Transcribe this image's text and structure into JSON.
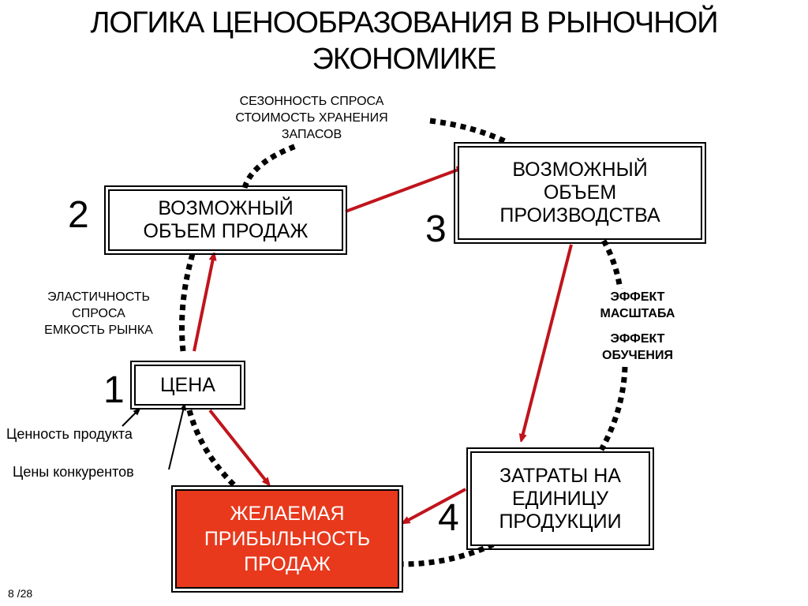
{
  "title": {
    "line1": "ЛОГИКА ЦЕНООБРАЗОВАНИЯ В РЫНОЧНОЙ",
    "line2": "ЭКОНОМИКЕ"
  },
  "nodes": {
    "price": {
      "number": "1",
      "label": "ЦЕНА"
    },
    "sales_volume": {
      "number": "2",
      "line1": "ВОЗМОЖНЫЙ",
      "line2": "ОБЪЕМ ПРОДАЖ"
    },
    "production_volume": {
      "number": "3",
      "line1": "ВОЗМОЖНЫЙ",
      "line2": "ОБЪЕМ",
      "line3": "ПРОИЗВОДСТВА"
    },
    "unit_costs": {
      "number": "4",
      "line1": "ЗАТРАТЫ НА",
      "line2": "ЕДИНИЦУ",
      "line3": "ПРОДУКЦИИ"
    },
    "profitability": {
      "line1": "ЖЕЛАЕМАЯ",
      "line2": "ПРИБЫЛЬНОСТЬ",
      "line3": "ПРОДАЖ"
    }
  },
  "annotations": {
    "seasonality": {
      "line1": "СЕЗОННОСТЬ СПРОСА",
      "line2": "СТОИМОСТЬ ХРАНЕНИЯ",
      "line3": "ЗАПАСОВ"
    },
    "elasticity": {
      "line1": "ЭЛАСТИЧНОСТЬ",
      "line2": "СПРОСА",
      "line3": "ЕМКОСТЬ РЫНКА"
    },
    "scale": {
      "line1": "ЭФФЕКТ",
      "line2": "МАСШТАБА"
    },
    "learning": {
      "line1": "ЭФФЕКТ",
      "line2": "ОБУЧЕНИЯ"
    }
  },
  "price_factors": {
    "product_value": "Ценность продукта",
    "competitor_prices": "Цены конкурентов"
  },
  "colors": {
    "arrow_red": "#c0141c",
    "highlight_box": "#e8391d"
  },
  "page_number": "8 /28"
}
